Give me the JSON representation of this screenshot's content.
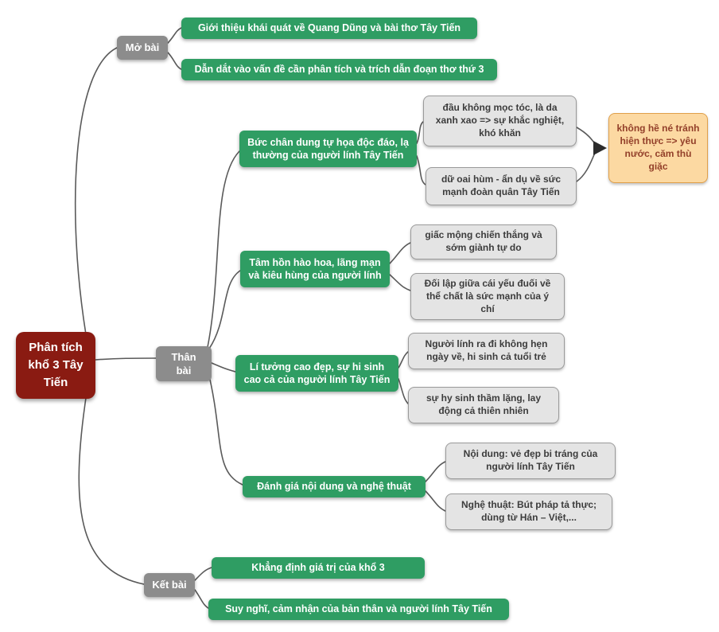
{
  "root": {
    "label": "Phân tích khổ 3 Tây Tiến"
  },
  "branches": {
    "mo_bai": {
      "label": "Mở bài",
      "children": [
        {
          "label": "Giới thiệu khái quát về Quang Dũng và bài thơ Tây Tiến"
        },
        {
          "label": "Dẫn dắt vào vấn đề cần phân tích và trích dẫn đoạn thơ thứ 3"
        }
      ]
    },
    "than_bai": {
      "label": "Thân bài",
      "topics": [
        {
          "label": "Bức chân dung tự họa độc đáo, lạ thường của người lính Tây Tiến",
          "details": [
            {
              "label": "đầu không mọc tóc, là da xanh xao => sự khắc nghiệt, khó khăn"
            },
            {
              "label": "dữ oai hùm - ẩn dụ về sức mạnh đoàn quân Tây Tiến"
            }
          ],
          "conclusion": {
            "label": "không hề né tránh hiện thực => yêu nước, căm thù giặc"
          }
        },
        {
          "label": "Tâm hồn hào hoa, lãng mạn và kiêu hùng của người lính",
          "details": [
            {
              "label": "giấc mộng chiến thắng và sớm giành tự do"
            },
            {
              "label": "Đối lập giữa cái yếu đuối về thể chất là sức mạnh của ý chí"
            }
          ]
        },
        {
          "label": "Lí tưởng cao đẹp, sự hi sinh cao cả của người lính Tây Tiến",
          "details": [
            {
              "label": "Người lính ra đi không hẹn ngày về, hi sinh cả tuổi trẻ"
            },
            {
              "label": "sự hy sinh thầm lặng, lay động cả thiên nhiên"
            }
          ]
        },
        {
          "label": "Đánh giá nội dung và nghệ thuật",
          "details": [
            {
              "label": "Nội dung: vẻ đẹp bi tráng của người lính Tây Tiến"
            },
            {
              "label": "Nghệ thuật: Bút pháp tả thực; dùng từ Hán – Việt,..."
            }
          ]
        }
      ]
    },
    "ket_bai": {
      "label": "Kết bài",
      "children": [
        {
          "label": "Khẳng định giá trị của khổ 3"
        },
        {
          "label": "Suy nghĩ, cảm nhận của bản thân và người lính Tây Tiến"
        }
      ]
    }
  },
  "colors": {
    "root_bg": "#8a1b12",
    "branch_bg": "#8c8c8c",
    "topic_bg": "#2f9d63",
    "detail_bg": "#e4e4e4",
    "detail_border": "#9a9a9a",
    "highlight_bg": "#fcd9a2",
    "highlight_border": "#e0a04a",
    "highlight_text": "#93402a",
    "connector": "#5a5a5a"
  }
}
